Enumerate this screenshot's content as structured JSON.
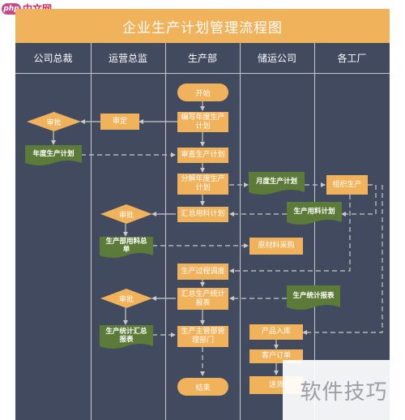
{
  "site_logo": {
    "badge": "php",
    "text": "中文网"
  },
  "title": "企业生产计划管理流程图",
  "lanes": [
    "公司总裁",
    "运营总监",
    "生产部",
    "储运公司",
    "各工厂"
  ],
  "nodes": {
    "start": "开始",
    "approve_president_1": "审批",
    "approve_ops_1": "审定",
    "prepare_annual_plan": "编写年度生产计划",
    "annual_plan_doc": "年度生产计划",
    "review_plan": "审查生产计划",
    "decompose_plan": "分解年度生产计划",
    "monthly_plan_doc": "月度生产计划",
    "organize_production": "组织生产",
    "approve_ops_2": "审批",
    "summarize_material": "汇总用料计划",
    "material_plan_doc": "生产用料计划",
    "dept_material_summary_doc": "生产部用料总单",
    "purchase_material": "原材料采购",
    "production_progress": "生产过程调度",
    "approve_ops_3": "审批",
    "summarize_stats": "汇总生产统计报表",
    "stats_report_doc": "生产统计报表",
    "stats_summary_doc": "生产统计汇总报表",
    "archive": "生产主管部管理部门",
    "product_storage": "产品入库",
    "customer_order": "客户订单",
    "delivery": "送货",
    "end": "结束"
  },
  "watermark": "软件技巧",
  "colors": {
    "board": "#414a5e",
    "orange": "#f1b25c",
    "green": "#5c7a38",
    "line": "#c9c9c9"
  }
}
